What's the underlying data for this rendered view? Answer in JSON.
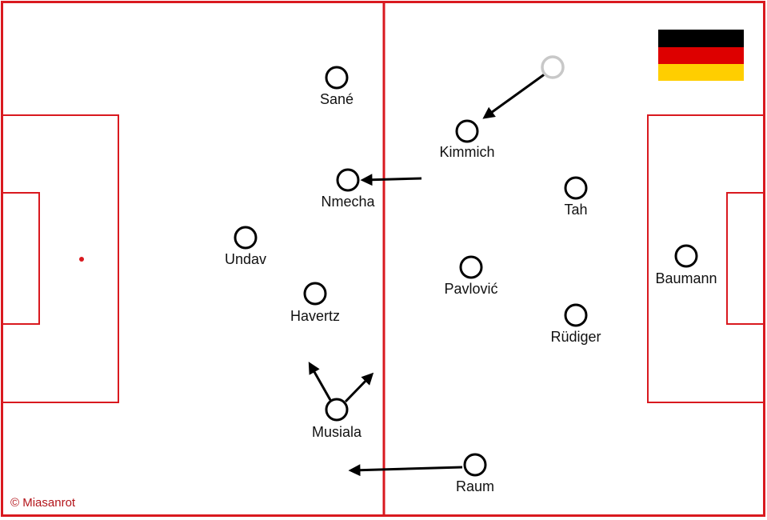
{
  "colors": {
    "line": "#d9191f",
    "player": "#000000",
    "ghost": "#c8c8c8",
    "arrow": "#000000",
    "credit": "#b3141a",
    "flag": [
      "#000000",
      "#dd0000",
      "#ffce00"
    ]
  },
  "flag_icon": "germany-flag",
  "players": [
    {
      "id": "sane",
      "name": "Sané"
    },
    {
      "id": "kimmich",
      "name": "Kimmich"
    },
    {
      "id": "nmecha",
      "name": "Nmecha"
    },
    {
      "id": "tah",
      "name": "Tah"
    },
    {
      "id": "undav",
      "name": "Undav"
    },
    {
      "id": "pavlovic",
      "name": "Pavlović"
    },
    {
      "id": "baumann",
      "name": "Baumann"
    },
    {
      "id": "havertz",
      "name": "Havertz"
    },
    {
      "id": "rudiger",
      "name": "Rüdiger"
    },
    {
      "id": "musiala",
      "name": "Musiala"
    },
    {
      "id": "raum",
      "name": "Raum"
    }
  ],
  "credit": "© Miasanrot"
}
